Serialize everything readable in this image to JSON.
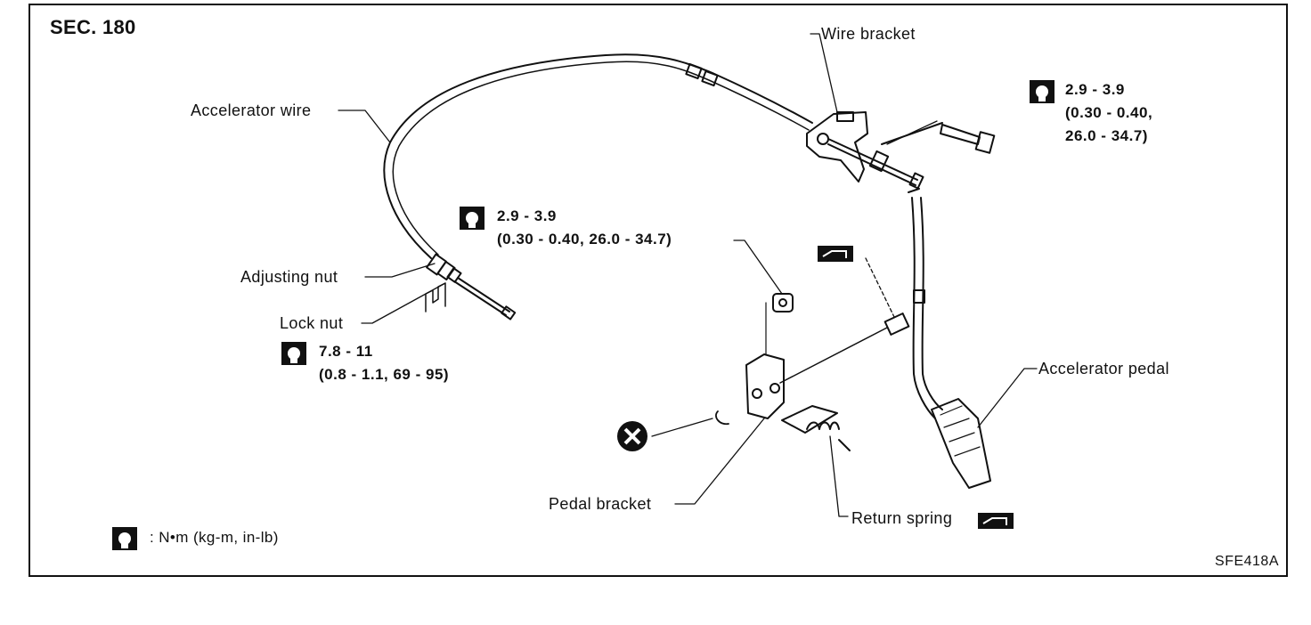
{
  "section": "SEC. 180",
  "labels": {
    "accelerator_wire": "Accelerator wire",
    "wire_bracket": "Wire bracket",
    "adjusting_nut": "Adjusting nut",
    "lock_nut": "Lock nut",
    "accelerator_pedal": "Accelerator pedal",
    "pedal_bracket": "Pedal bracket",
    "return_spring": "Return spring"
  },
  "torques": {
    "wire_bracket_bolt": {
      "line1": "2.9 - 3.9",
      "line2": "(0.30 - 0.40,",
      "line3": "26.0 - 34.7)"
    },
    "pedal_nut": {
      "line1": "2.9 - 3.9",
      "line2": "(0.30 - 0.40, 26.0 - 34.7)"
    },
    "lock_nut": {
      "line1": "7.8 - 11",
      "line2": "(0.8 - 1.1, 69 - 95)"
    }
  },
  "legend": ": N•m (kg-m, in-lb)",
  "figure_code": "SFE418A",
  "icons": [
    "torque-wrench-icon",
    "grease-icon",
    "replace-icon"
  ]
}
